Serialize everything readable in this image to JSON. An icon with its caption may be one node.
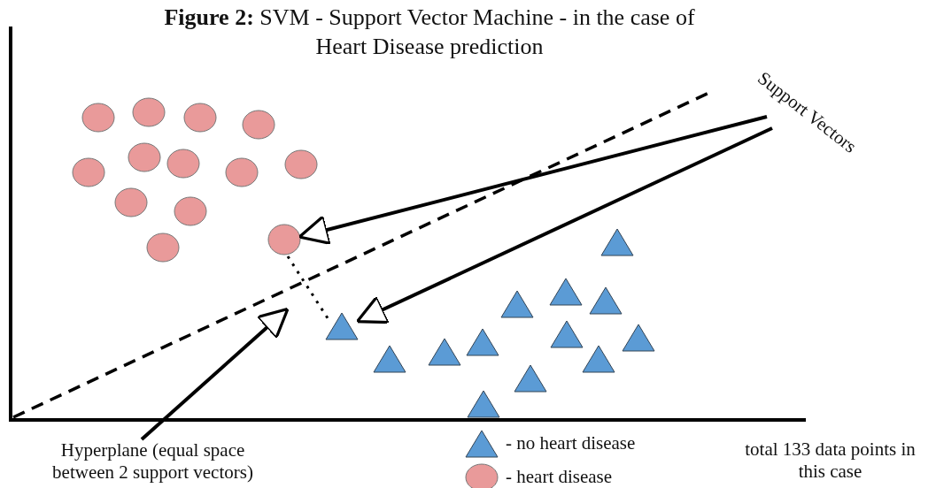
{
  "diagram": {
    "title": "**Figure 2:** SVM - Support Vector Machine - in the case of Heart Disease prediction",
    "nodes": [
      {
        "text": [
          "Support Vectors"
        ]
      },
      {
        "text": [],
        "shape": "circle"
      },
      {
        "text": [],
        "shape": "triangle"
      },
      {
        "text": [
          "Hyperplane (equal space between 2 support vectors)"
        ]
      },
      {
        "text": [],
        "shape": "line"
      },
      {
        "text": [],
        "shape": "circle"
      },
      {
        "text": [],
        "shape": "circle"
      },
      {
        "text": [],
        "shape": "circle"
      },
      {
        "text": [],
        "shape": "circle"
      },
      {
        "text": [],
        "shape": "circle"
      },
      {
        "text": [],
        "shape": "circle"
      },
      {
        "text": [],
        "shape": "circle"
      },
      {
        "text": [],
        "shape": "circle"
      },
      {
        "text": [],
        "shape": "circle"
      },
      {
        "text": [],
        "shape": "circle"
      },
      {
        "text": [],
        "shape": "circle"
      },
      {
        "text": [],
        "shape": "circle"
      },
      {
        "text": [],
        "shape": "triangle"
      },
      {
        "text": [],
        "shape": "triangle"
      },
      {
        "text": [],
        "shape": "triangle"
      },
      {
        "text": [],
        "shape": "triangle"
      },
      {
        "text": [],
        "shape": "triangle"
      },
      {
        "text": [],
        "shape": "triangle"
      },
      {
        "text": [],
        "shape": "triangle"
      },
      {
        "text": [],
        "shape": "triangle"
      },
      {
        "text": [],
        "shape": "triangle"
      },
      {
        "text": [],
        "shape": "triangle"
      },
      {
        "text": [],
        "shape": "triangle"
      },
      {
        "text": [],
        "shape": "triangle"
      }
    ],
    "edges": [
      {
        "from": 0,
        "to": 1,
        "arrow": "to"
      },
      {
        "from": 0,
        "to": 2,
        "arrow": "to"
      },
      {
        "from": 3,
        "to": 4,
        "arrow": "to"
      }
    ],
    "labels": [
      "total 133 data points in this case"
    ],
    "legend": [
      {
        "text": "- no heart disease"
      },
      {
        "text": "- heart disease"
      }
    ]
  }
}
